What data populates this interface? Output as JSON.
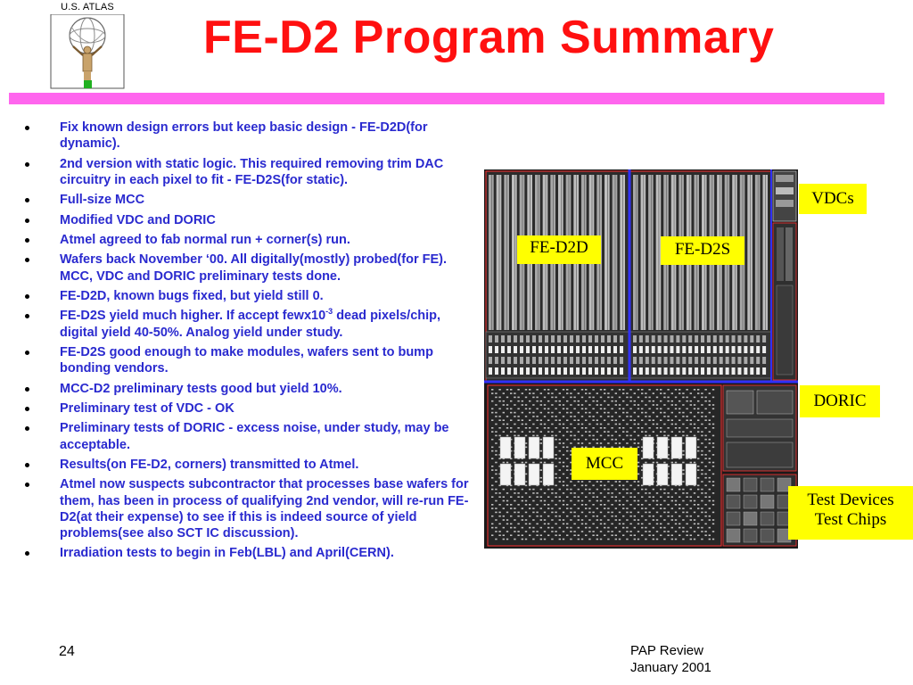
{
  "header": {
    "logo_text": "U.S. ATLAS",
    "title": "FE-D2 Program Summary"
  },
  "bullets": [
    {
      "text": "Fix known design errors but keep basic design - FE-D2D(for dynamic)."
    },
    {
      "text": "2nd version with static logic. This required removing trim DAC circuitry in each pixel to fit - FE-D2S(for static)."
    },
    {
      "text": "Full-size MCC"
    },
    {
      "text": "Modified VDC and DORIC"
    },
    {
      "text": "Atmel agreed to fab normal run + corner(s) run."
    },
    {
      "text": "Wafers back November ‘00. All digitally(mostly) probed(for FE). MCC, VDC and DORIC preliminary tests done."
    },
    {
      "text": "FE-D2D, known bugs fixed, but yield still 0."
    },
    {
      "pre": "FE-D2S yield much higher. If accept fewx10",
      "sup": "-3",
      "post": " dead pixels/chip, digital yield 40-50%. Analog yield under study."
    },
    {
      "text": "FE-D2S good enough to make modules, wafers sent to bump bonding vendors."
    },
    {
      "text": "MCC-D2 preliminary tests good but yield 10%."
    },
    {
      "text": "Preliminary test of VDC - OK"
    },
    {
      "text": "Preliminary tests of DORIC - excess noise, under study, may be acceptable."
    },
    {
      "text": "Results(on FE-D2, corners) transmitted to Atmel."
    },
    {
      "text": "Atmel now suspects subcontractor that processes base wafers for them, has been in process of qualifying 2nd vendor, will re-run FE-D2(at their expense) to see if this is indeed source of yield problems(see also SCT IC discussion)."
    },
    {
      "text": "Irradiation tests to begin in Feb(LBL) and April(CERN)."
    }
  ],
  "figure": {
    "labels": {
      "fe_d2d": "FE-D2D",
      "fe_d2s": "FE-D2S",
      "vdcs": "VDCs",
      "doric": "DORIC",
      "mcc": "MCC",
      "test_devices": "Test Devices",
      "test_chips": "Test Chips"
    },
    "colors": {
      "callout_bg": "#ffff00",
      "chip_border": "#3030ff",
      "chip_trace": "#ff3030"
    }
  },
  "footer": {
    "page_number": "24",
    "event": "PAP Review",
    "date": "January 2001"
  }
}
